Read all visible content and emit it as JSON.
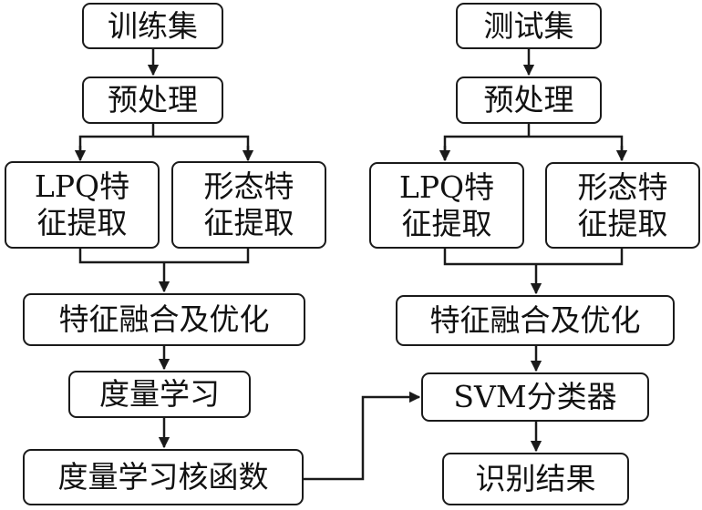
{
  "nodes": {
    "train_set": "训练集",
    "train_pre": "预处理",
    "train_lpq": "LPQ特\n征提取",
    "train_morph": "形态特\n征提取",
    "train_fusion": "特征融合及优化",
    "metric_learning": "度量学习",
    "metric_kernel": "度量学习核函数",
    "test_set": "测试集",
    "test_pre": "预处理",
    "test_lpq": "LPQ特\n征提取",
    "test_morph": "形态特\n征提取",
    "test_fusion": "特征融合及优化",
    "svm": "SVM分类器",
    "result": "识别结果"
  }
}
